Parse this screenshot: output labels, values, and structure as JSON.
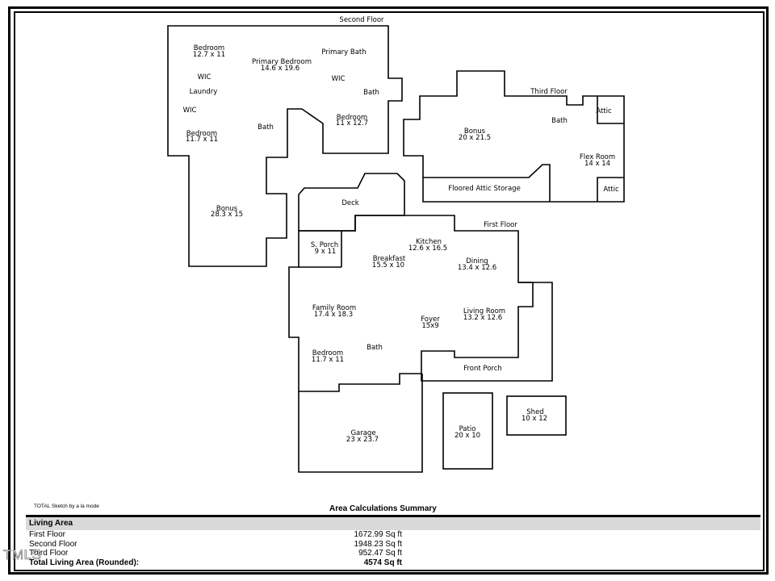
{
  "floors": {
    "second": "Second Floor",
    "third": "Third Floor",
    "first": "First Floor"
  },
  "rooms": {
    "bedroom_2a": {
      "name": "Bedroom",
      "dim": "12.7 x 11"
    },
    "primary_bedroom": {
      "name": "Primary Bedroom",
      "dim": "14.6 x 19.6"
    },
    "primary_bath": {
      "name": "Primary Bath"
    },
    "wic_1": {
      "name": "WIC"
    },
    "laundry": {
      "name": "Laundry"
    },
    "wic_2": {
      "name": "WIC"
    },
    "wic_3": {
      "name": "WIC"
    },
    "bath_2a": {
      "name": "Bath"
    },
    "bedroom_2b": {
      "name": "Bedroom",
      "dim": "11 x 12.7"
    },
    "bath_2b": {
      "name": "Bath"
    },
    "bedroom_2c": {
      "name": "Bedroom",
      "dim": "11.7 x 11"
    },
    "bonus_2": {
      "name": "Bonus",
      "dim": "28.3 x 15"
    },
    "bonus_3": {
      "name": "Bonus",
      "dim": "20 x 21.5"
    },
    "bath_3": {
      "name": "Bath"
    },
    "attic_1": {
      "name": "Attic"
    },
    "flex_room": {
      "name": "Flex Room",
      "dim": "14 x 14"
    },
    "floored_attic": {
      "name": "Floored Attic Storage"
    },
    "attic_2": {
      "name": "Attic"
    },
    "deck": {
      "name": "Deck"
    },
    "s_porch": {
      "name": "S. Porch",
      "dim": "9 x 11"
    },
    "kitchen": {
      "name": "Kitchen",
      "dim": "12.6 x 16.5"
    },
    "breakfast": {
      "name": "Breakfast",
      "dim": "15.5 x 10"
    },
    "dining": {
      "name": "Dining",
      "dim": "13.4 x 12.6"
    },
    "family_room": {
      "name": "Family Room",
      "dim": "17.4 x 18.3"
    },
    "living_room": {
      "name": "Living Room",
      "dim": "13.2 x 12.6"
    },
    "foyer": {
      "name": "Foyer",
      "dim": "15x9"
    },
    "bedroom_1": {
      "name": "Bedroom",
      "dim": "11.7 x 11"
    },
    "bath_1": {
      "name": "Bath"
    },
    "front_porch": {
      "name": "Front Porch"
    },
    "garage": {
      "name": "Garage",
      "dim": "23 x 23.7"
    },
    "patio": {
      "name": "Patio",
      "dim": "20 x 10"
    },
    "shed": {
      "name": "Shed",
      "dim": "10 x 12"
    }
  },
  "footer": {
    "sketch_credit": "TOTAL Sketch by a la mode",
    "summary_title": "Area Calculations Summary"
  },
  "summary": {
    "header": "Living Area",
    "rows": [
      {
        "label": "First Floor",
        "value": "1672.99 Sq ft"
      },
      {
        "label": "Second Floor",
        "value": "1948.23 Sq ft"
      },
      {
        "label": "Third Floor",
        "value": "952.47 Sq ft"
      }
    ],
    "total": {
      "label": "Total Living Area (Rounded):",
      "value": "4574 Sq ft"
    }
  },
  "watermark": "TMLS"
}
